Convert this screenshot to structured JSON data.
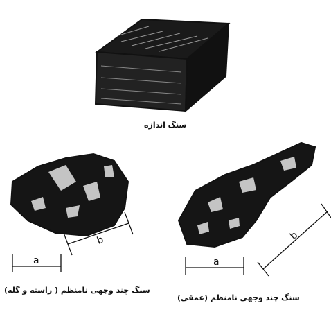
{
  "captions": {
    "dimension_stone": "سنگ اندازه",
    "irregular_polyhedral_left": "سنگ چند وجهی نامنظم ( راسته و گله)",
    "irregular_polyhedral_right": "سنگ چند وجهی نامنظم (عمقی)"
  },
  "dimension_labels": {
    "left_a": "a",
    "left_b": "b",
    "right_a": "a",
    "right_b": "b"
  },
  "colors": {
    "ink": "#111111",
    "paper": "#ffffff"
  }
}
